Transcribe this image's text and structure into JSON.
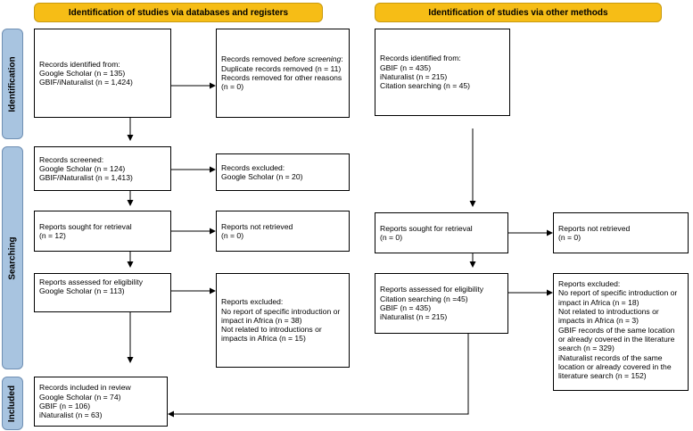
{
  "headers": {
    "left": "Identification of studies via databases and registers",
    "right": "Identification of studies via other methods"
  },
  "stages": {
    "identification": "Identification",
    "searching": "Searching",
    "included": "Included"
  },
  "boxes": {
    "records_identified_db": [
      "Records identified from:",
      "Google Scholar (n = 135)",
      "GBIF/iNaturalist (n = 1,424)"
    ],
    "records_removed": {
      "title_prefix": "Records removed ",
      "title_italic": "before screening",
      "title_suffix": ":",
      "lines": [
        "Duplicate records removed (n = 11)",
        "Records removed for other reasons (n = 0)"
      ]
    },
    "records_identified_other": [
      "Records identified from:",
      "GBIF (n = 435)",
      "iNaturalist (n = 215)",
      "Citation searching (n = 45)"
    ],
    "records_screened": [
      "Records screened:",
      "Google Scholar (n = 124)",
      "GBIF/iNaturalist (n = 1,413)"
    ],
    "records_excluded": [
      "Records excluded:",
      "Google Scholar (n = 20)"
    ],
    "reports_sought_db": [
      "Reports sought for retrieval",
      "(n = 12)"
    ],
    "reports_not_retrieved_db": [
      "Reports not retrieved",
      "(n = 0)"
    ],
    "reports_sought_other": [
      "Reports sought for retrieval",
      "(n = 0)"
    ],
    "reports_not_retrieved_other": [
      "Reports not retrieved",
      "(n = 0)"
    ],
    "reports_assessed_db": [
      "Reports assessed for eligibility",
      "Google Scholar (n = 113)"
    ],
    "reports_excluded_db": [
      "Reports excluded:",
      "No report of specific introduction or impact in Africa (n = 38)",
      "Not related to introductions or impacts in Africa (n = 15)"
    ],
    "reports_assessed_other": [
      "Reports assessed for eligibility",
      "Citation searching (n =45)",
      "GBIF (n = 435)",
      "iNaturalist (n = 215)"
    ],
    "reports_excluded_other": [
      "Reports excluded:",
      "No report of specific introduction or impact in Africa (n = 18)",
      "Not related to introductions or impacts in Africa (n = 3)",
      "GBIF records of the same location or already covered in the literature search (n = 329)",
      "iNaturalist records of the same location or already covered in the literature search (n = 152)"
    ],
    "records_included": [
      "Records included in review",
      "Google Scholar (n = 74)",
      "GBIF (n = 106)",
      "iNaturalist (n = 63)"
    ]
  }
}
